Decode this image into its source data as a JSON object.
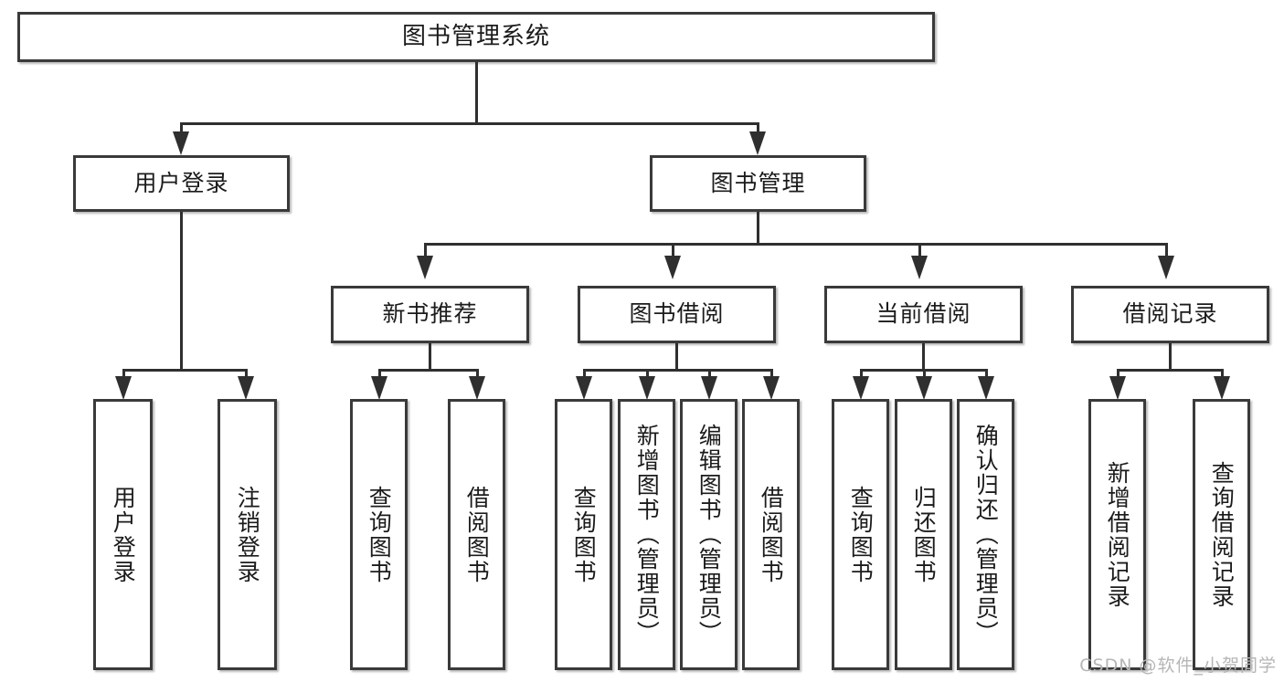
{
  "diagram": {
    "title": "图书管理系统",
    "type": "tree",
    "watermark": "CSDN @软件_小贺同学"
  },
  "nodes": {
    "root": {
      "label": "图书管理系统"
    },
    "level2": [
      {
        "label": "用户登录"
      },
      {
        "label": "图书管理"
      }
    ],
    "level3": [
      {
        "label": "新书推荐"
      },
      {
        "label": "图书借阅"
      },
      {
        "label": "当前借阅"
      },
      {
        "label": "借阅记录"
      }
    ],
    "leaves": {
      "user_login": [
        {
          "label": "用户登录"
        },
        {
          "label": "注销登录"
        }
      ],
      "new_book_recommend": [
        {
          "label": "查询图书"
        },
        {
          "label": "借阅图书"
        }
      ],
      "book_borrow": [
        {
          "label": "查询图书"
        },
        {
          "label": "新增图书（管理员）"
        },
        {
          "label": "编辑图书（管理员）"
        },
        {
          "label": "借阅图书"
        }
      ],
      "current_borrow": [
        {
          "label": "查询图书"
        },
        {
          "label": "归还图书"
        },
        {
          "label": "确认归还（管理员）"
        }
      ],
      "borrow_record": [
        {
          "label": "新增借阅记录"
        },
        {
          "label": "查询借阅记录"
        }
      ]
    }
  },
  "colors": {
    "box_border": "#3a3a3a",
    "connector": "#2f2f2f",
    "text": "#1b1b1b",
    "background": "#ffffff",
    "watermark": "#b6b6b6"
  }
}
